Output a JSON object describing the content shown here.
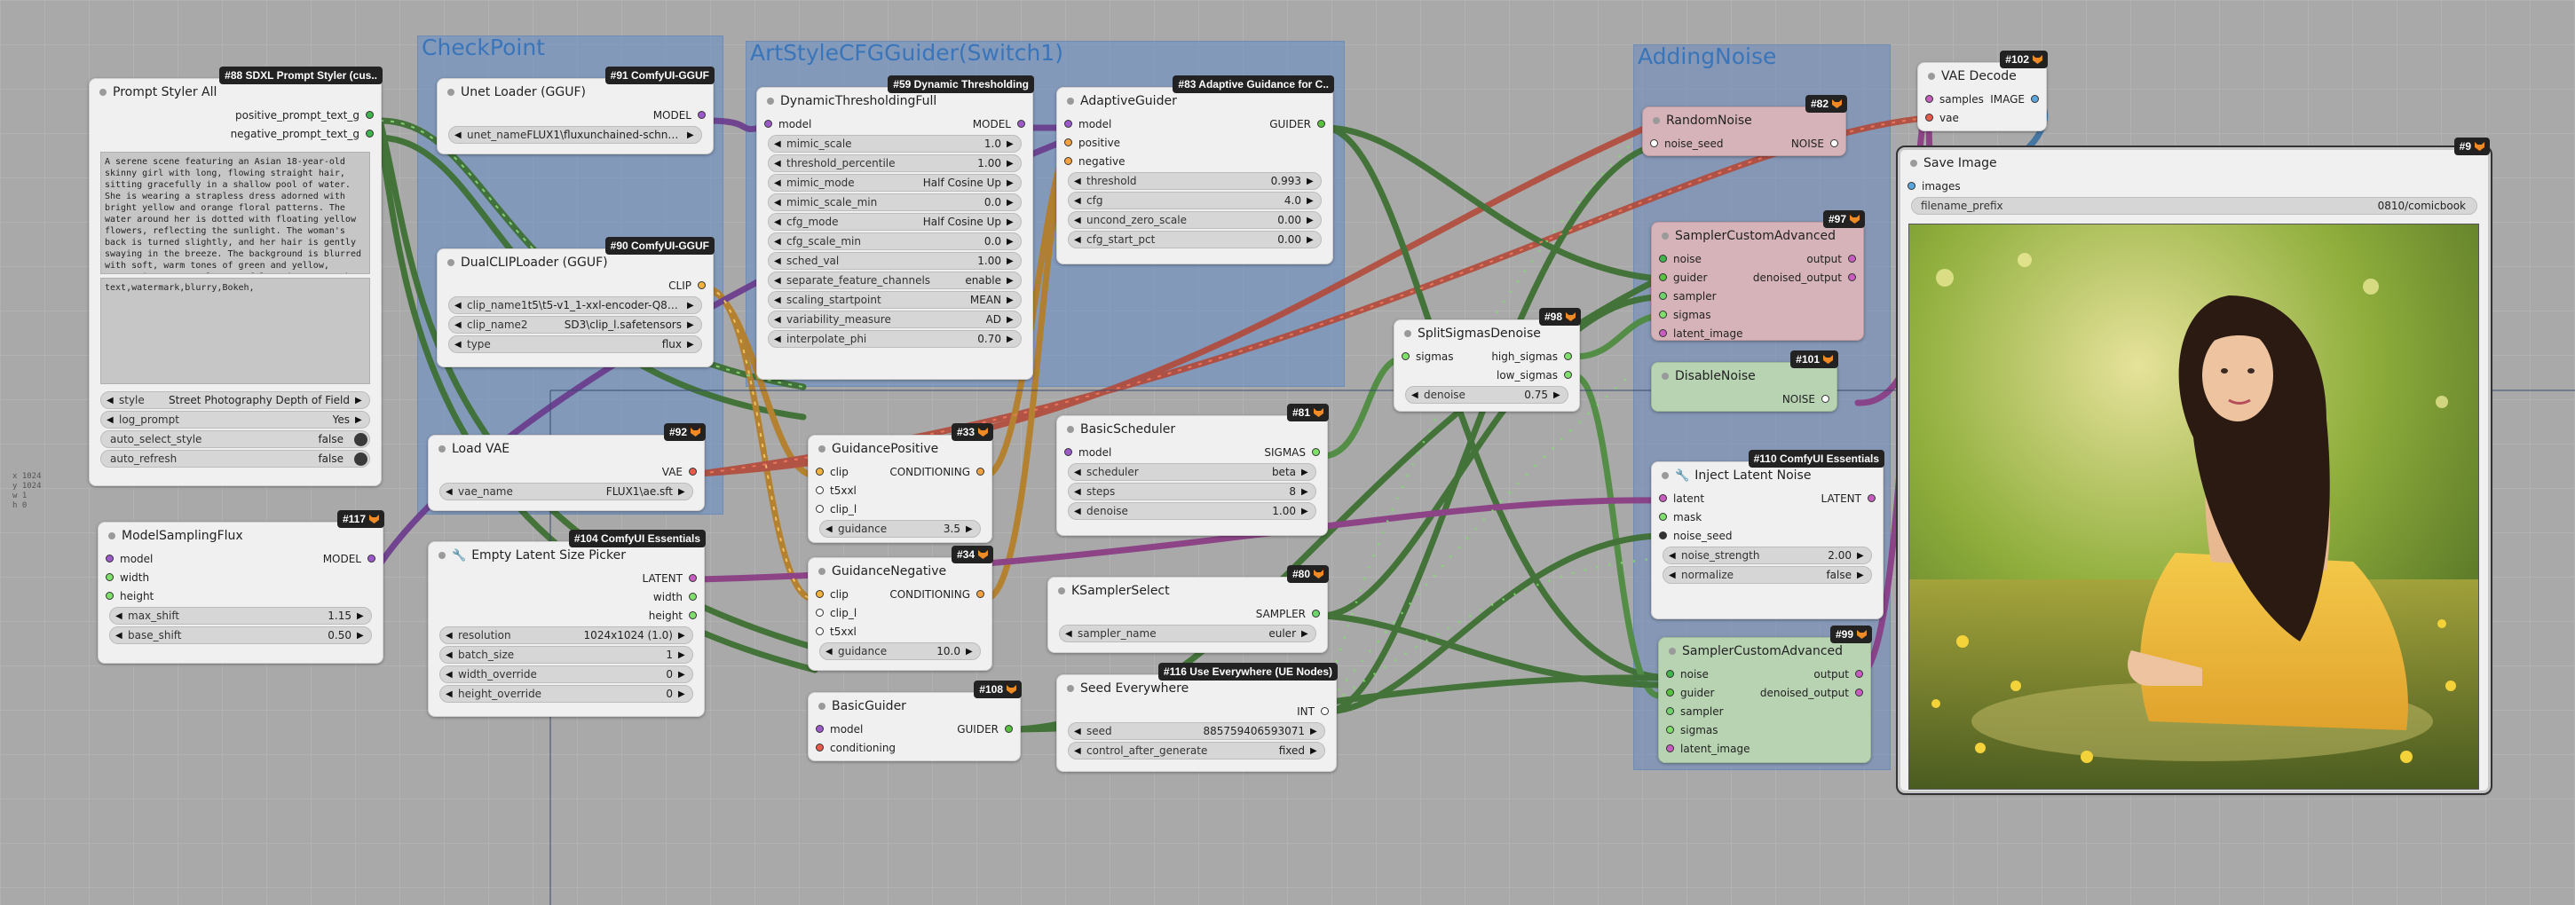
{
  "groups": {
    "checkpoint": "CheckPoint",
    "cfgguider": "ArtStyleCFGGuider(Switch1)",
    "addingnoise": "AddingNoise"
  },
  "colors": {
    "clip": "#f2b240",
    "model": "#9b59c9",
    "vae": "#e85a4a",
    "conditioning": "#f5a140",
    "latent": "#c85cc0",
    "sigmas": "#7ee06a",
    "guider": "#56c23e",
    "noise": "#3fb34c",
    "image": "#5aa7e0",
    "int": "#a0c8f0",
    "sampler": "#6ed46a"
  },
  "prompt_styler": {
    "title": "Prompt Styler All",
    "badge": "#88 SDXL Prompt Styler (cus..",
    "out1": "positive_prompt_text_g",
    "out2": "negative_prompt_text_g",
    "positive_text": "A serene scene featuring an Asian 18-year-old skinny girl with long, flowing straight hair, sitting gracefully in a shallow pool of water. She is wearing a strapless dress adorned with bright yellow and orange floral patterns. The water around her is dotted with floating yellow flowers, reflecting the sunlight. The woman's back is turned slightly, and her hair is gently swaying in the breeze. The background is blurred with soft, warm tones of green and yellow, suggesting a natural, peaceful environment. The overall atmosphere is calm, with a harmonious blend of vibrant colors and",
    "negative_text": "text,watermark,blurry,Bokeh,",
    "w_style_l": "style",
    "w_style_v": "Street Photography Depth of Field",
    "w_log_l": "log_prompt",
    "w_log_v": "Yes",
    "w_auto_l": "auto_select_style",
    "w_auto_v": "false",
    "w_refresh_l": "auto_refresh",
    "w_refresh_v": "false"
  },
  "unet": {
    "title": "Unet Loader (GGUF)",
    "badge": "#91 ComfyUI-GGUF",
    "out": "MODEL",
    "w_l": "unet_name",
    "w_v": "FLUX1\\fluxunchained-schne..."
  },
  "dualclip": {
    "title": "DualCLIPLoader (GGUF)",
    "badge": "#90 ComfyUI-GGUF",
    "out": "CLIP",
    "c1_l": "clip_name1",
    "c1_v": "t5\\t5-v1_1-xxl-encoder-Q8_...",
    "c2_l": "clip_name2",
    "c2_v": "SD3\\clip_l.safetensors",
    "t_l": "type",
    "t_v": "flux"
  },
  "loadvae": {
    "title": "Load VAE",
    "badge": "#92",
    "out": "VAE",
    "w_l": "vae_name",
    "w_v": "FLUX1\\ae.sft"
  },
  "msflux": {
    "title": "ModelSamplingFlux",
    "badge": "#117",
    "in1": "model",
    "in2": "width",
    "in3": "height",
    "out": "MODEL",
    "ms_l": "max_shift",
    "ms_v": "1.15",
    "bs_l": "base_shift",
    "bs_v": "0.50"
  },
  "latent_picker": {
    "title": "Empty Latent Size Picker",
    "badge": "#104 ComfyUI Essentials",
    "o1": "LATENT",
    "o2": "width",
    "o3": "height",
    "r_l": "resolution",
    "r_v": "1024x1024 (1.0)",
    "b_l": "batch_size",
    "b_v": "1",
    "wo_l": "width_override",
    "wo_v": "0",
    "ho_l": "height_override",
    "ho_v": "0"
  },
  "dyn": {
    "title": "DynamicThresholdingFull",
    "badge": "#59 Dynamic Thresholding",
    "in": "model",
    "out": "MODEL",
    "rows": [
      [
        "mimic_scale",
        "1.0"
      ],
      [
        "threshold_percentile",
        "1.00"
      ],
      [
        "mimic_mode",
        "Half Cosine Up"
      ],
      [
        "mimic_scale_min",
        "0.0"
      ],
      [
        "cfg_mode",
        "Half Cosine Up"
      ],
      [
        "cfg_scale_min",
        "0.0"
      ],
      [
        "sched_val",
        "1.00"
      ],
      [
        "separate_feature_channels",
        "enable"
      ],
      [
        "scaling_startpoint",
        "MEAN"
      ],
      [
        "variability_measure",
        "AD"
      ],
      [
        "interpolate_phi",
        "0.70"
      ]
    ]
  },
  "adaptive": {
    "title": "AdaptiveGuider",
    "badge": "#83 Adaptive Guidance for C..",
    "in1": "model",
    "in2": "positive",
    "in3": "negative",
    "out": "GUIDER",
    "rows": [
      [
        "threshold",
        "0.993"
      ],
      [
        "cfg",
        "4.0"
      ],
      [
        "uncond_zero_scale",
        "0.00"
      ],
      [
        "cfg_start_pct",
        "0.00"
      ]
    ]
  },
  "gpos": {
    "title": "GuidancePositive",
    "badge": "#33",
    "in1": "clip",
    "in2": "t5xxl",
    "in3": "clip_l",
    "out": "CONDITIONING",
    "g_l": "guidance",
    "g_v": "3.5"
  },
  "gneg": {
    "title": "GuidanceNegative",
    "badge": "#34",
    "in1": "clip",
    "in2": "clip_l",
    "in3": "t5xxl",
    "out": "CONDITIONING",
    "g_l": "guidance",
    "g_v": "10.0"
  },
  "basicguider": {
    "title": "BasicGuider",
    "badge": "#108",
    "in1": "model",
    "in2": "conditioning",
    "out": "GUIDER"
  },
  "scheduler": {
    "title": "BasicScheduler",
    "badge": "#81",
    "in": "model",
    "out": "SIGMAS",
    "rows": [
      [
        "scheduler",
        "beta"
      ],
      [
        "steps",
        "8"
      ],
      [
        "denoise",
        "1.00"
      ]
    ]
  },
  "ksel": {
    "title": "KSamplerSelect",
    "badge": "#80",
    "out": "SAMPLER",
    "w_l": "sampler_name",
    "w_v": "euler"
  },
  "seed": {
    "title": "Seed Everywhere",
    "badge": "#116 Use Everywhere (UE Nodes)",
    "out": "INT",
    "s_l": "seed",
    "s_v": "885759406593071",
    "c_l": "control_after_generate",
    "c_v": "fixed"
  },
  "split": {
    "title": "SplitSigmasDenoise",
    "badge": "#98",
    "in": "sigmas",
    "o1": "high_sigmas",
    "o2": "low_sigmas",
    "d_l": "denoise",
    "d_v": "0.75"
  },
  "randnoise": {
    "title": "RandomNoise",
    "badge": "#82",
    "in": "noise_seed",
    "out": "NOISE"
  },
  "sca97": {
    "title": "SamplerCustomAdvanced",
    "badge": "#97",
    "i1": "noise",
    "i2": "guider",
    "i3": "sampler",
    "i4": "sigmas",
    "i5": "latent_image",
    "o1": "output",
    "o2": "denoised_output"
  },
  "disable": {
    "title": "DisableNoise",
    "badge": "#101",
    "out": "NOISE"
  },
  "inject": {
    "title": "Inject Latent Noise",
    "badge": "#110 ComfyUI Essentials",
    "i1": "latent",
    "i2": "mask",
    "i3": "noise_seed",
    "out": "LATENT",
    "ns_l": "noise_strength",
    "ns_v": "2.00",
    "n_l": "normalize",
    "n_v": "false"
  },
  "sca99": {
    "title": "SamplerCustomAdvanced",
    "badge": "#99",
    "i1": "noise",
    "i2": "guider",
    "i3": "sampler",
    "i4": "sigmas",
    "i5": "latent_image",
    "o1": "output",
    "o2": "denoised_output"
  },
  "vaedecode": {
    "title": "VAE Decode",
    "badge": "#102",
    "i1": "samples",
    "i2": "vae",
    "out": "IMAGE"
  },
  "saveimage": {
    "title": "Save Image",
    "badge": "#9",
    "in": "images",
    "f_l": "filename_prefix",
    "f_v": "0810/comicbook"
  },
  "sidenote": {
    "l1": "x 1024",
    "l2": "y 1024",
    "l3": "w 1",
    "l4": "h 0"
  }
}
